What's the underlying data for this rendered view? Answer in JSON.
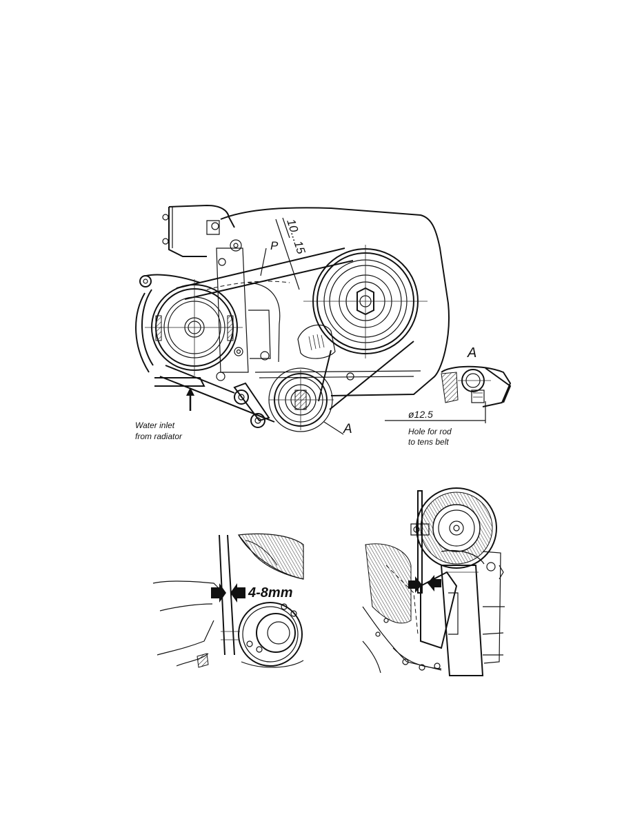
{
  "top_diagram": {
    "dimension_label": "10...15",
    "point_label": "P",
    "detail_label": "A",
    "detail_callout": "A",
    "diameter_label": "ø12.5",
    "water_inlet_line1": "Water inlet",
    "water_inlet_line2": "from radiator",
    "hole_line1": "Hole for rod",
    "hole_line2": "to tens belt"
  },
  "bottom_left": {
    "gap_label": "4-8mm"
  }
}
